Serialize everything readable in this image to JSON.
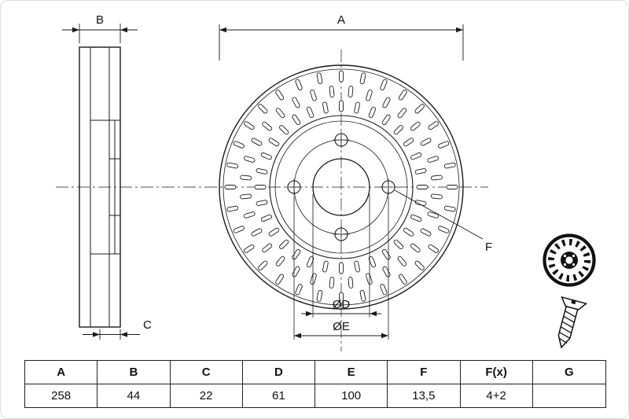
{
  "drawing": {
    "labels": {
      "a": "A",
      "b": "B",
      "c": "C",
      "d": "ØD",
      "e": "ØE",
      "f": "F"
    }
  },
  "table": {
    "headers": [
      "A",
      "B",
      "C",
      "D",
      "E",
      "F",
      "F(x)",
      "G"
    ],
    "values": [
      "258",
      "44",
      "22",
      "61",
      "100",
      "13,5",
      "4+2",
      ""
    ]
  }
}
